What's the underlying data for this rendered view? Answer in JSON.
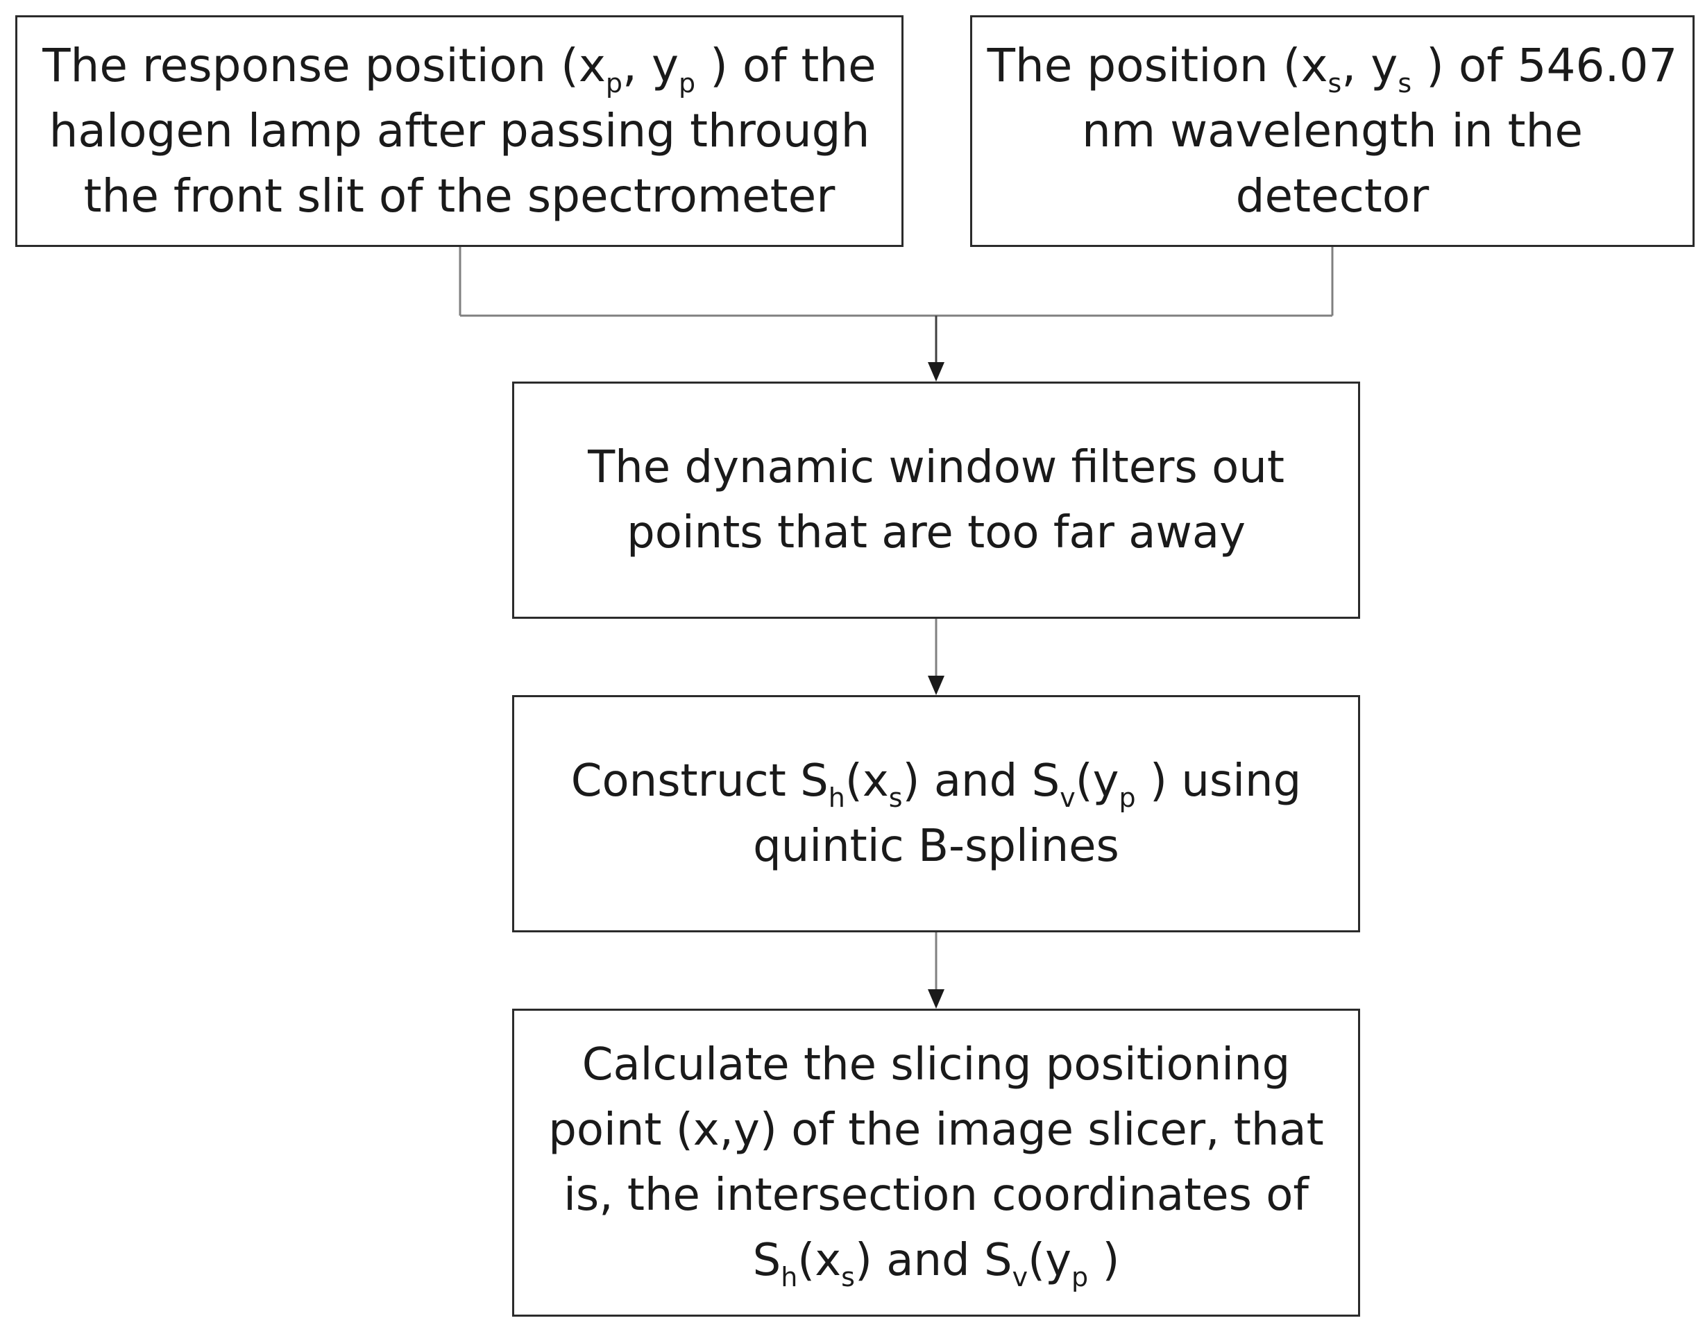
{
  "boxes": {
    "lamp": {
      "line1_pre": "The response position (x",
      "line1_sub1": "p",
      "line1_mid": ", y",
      "line1_sub2": "p",
      "line1_post": " ) of the",
      "line2": "halogen lamp after passing through",
      "line3": "the front slit of the spectrometer"
    },
    "wavelength": {
      "line1_pre": "The position (x",
      "line1_sub1": "s",
      "line1_mid": ", y",
      "line1_sub2": "s",
      "line1_post": " ) of 546.07",
      "line2": "nm wavelength in the",
      "line3": "detector"
    },
    "filter": {
      "line1": "The dynamic window filters out",
      "line2": "points that are too far away"
    },
    "construct": {
      "line1_a": "Construct S",
      "line1_sub1": "h",
      "line1_b": "(x",
      "line1_sub2": "s",
      "line1_c": ") and S",
      "line1_sub3": "v",
      "line1_d": "(y",
      "line1_sub4": "p",
      "line1_e": " ) using",
      "line2": "quintic B-splines"
    },
    "calculate": {
      "line1": "Calculate the slicing positioning",
      "line2": "point (x,y) of the image slicer, that",
      "line3": "is, the intersection coordinates of",
      "line4_a": "S",
      "line4_sub1": "h",
      "line4_b": "(x",
      "line4_sub2": "s",
      "line4_c": ") and S",
      "line4_sub3": "v",
      "line4_d": "(y",
      "line4_sub4": "p",
      "line4_e": " )"
    }
  },
  "colors": {
    "stroke": "#2b2b2b",
    "connector": "#808080",
    "background": "#ffffff"
  }
}
